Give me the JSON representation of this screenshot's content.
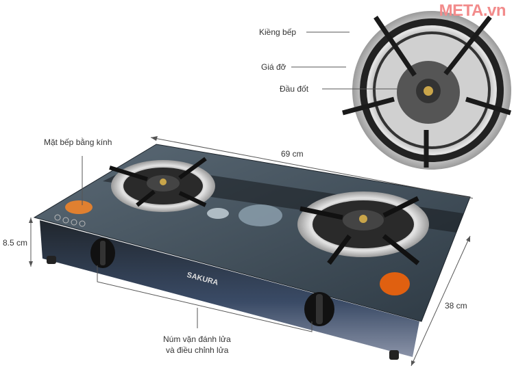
{
  "watermark": "META.vn",
  "brand": "SAKURA",
  "labels": {
    "kieng_bep": "Kiềng bếp",
    "gia_do": "Giá đỡ",
    "dau_dot": "Đầu đốt",
    "mat_bep": "Mặt bếp bằng kính",
    "width": "69 cm",
    "height": "8.5 cm",
    "depth": "38 cm",
    "knob_line1": "Núm vặn đánh lửa",
    "knob_line2": "và điều chỉnh lửa"
  },
  "colors": {
    "watermark": "#f28b8b",
    "glass": "#3d4a55",
    "steel": "#c9c9c9"
  }
}
